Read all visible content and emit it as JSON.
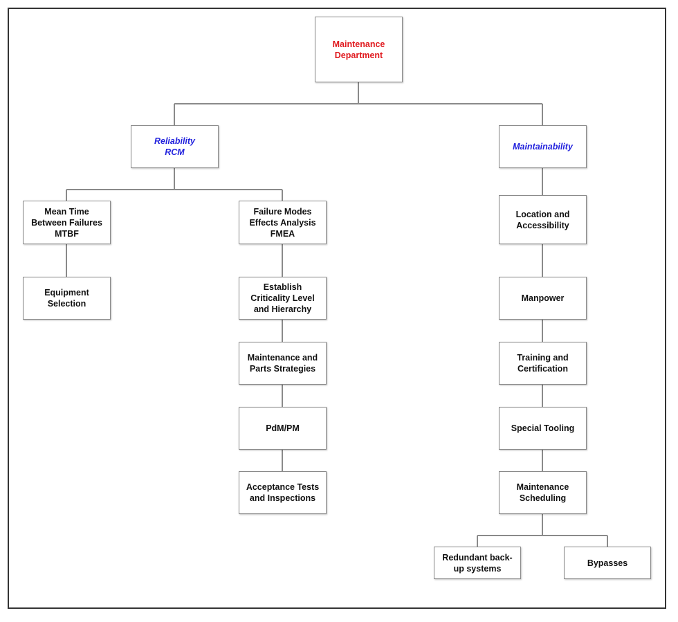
{
  "diagram": {
    "root": {
      "label": "Maintenance\nDepartment",
      "color": "#e0191e"
    },
    "reliability": {
      "label": "Reliability\nRCM",
      "color": "#2222dd"
    },
    "maintainability": {
      "label": "Maintainability",
      "color": "#2222dd"
    },
    "mtbf": {
      "label": "Mean Time\nBetween Failures\nMTBF"
    },
    "equipment_selection": {
      "label": "Equipment\nSelection"
    },
    "fmea": {
      "label": "Failure Modes\nEffects Analysis\nFMEA"
    },
    "criticality": {
      "label": "Establish\nCriticality Level\nand Hierarchy"
    },
    "maintenance_parts": {
      "label": "Maintenance and\nParts Strategies"
    },
    "pdm_pm": {
      "label": "PdM/PM"
    },
    "acceptance_tests": {
      "label": "Acceptance Tests\nand Inspections"
    },
    "location": {
      "label": "Location and\nAccessibility"
    },
    "manpower": {
      "label": "Manpower"
    },
    "training": {
      "label": "Training and\nCertification"
    },
    "special_tooling": {
      "label": "Special Tooling"
    },
    "maintenance_scheduling": {
      "label": "Maintenance\nScheduling"
    },
    "redundant": {
      "label": "Redundant back-\nup systems"
    },
    "bypasses": {
      "label": "Bypasses"
    }
  }
}
